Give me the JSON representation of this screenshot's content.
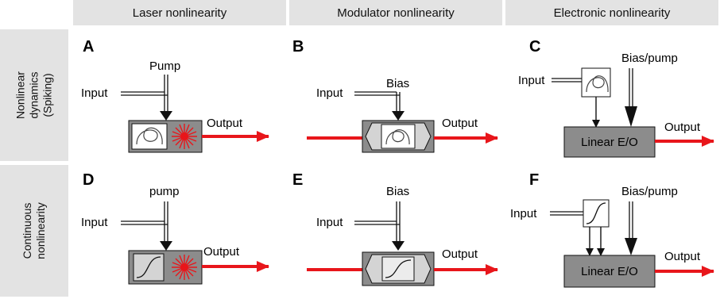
{
  "columns": [
    "Laser nonlinearity",
    "Modulator nonlinearity",
    "Electronic nonlinearity"
  ],
  "rows": [
    [
      "Nonlinear",
      "dynamics",
      "(Spiking)"
    ],
    [
      "Continuous",
      "nonlinearity"
    ]
  ],
  "panels": {
    "A": {
      "letter": "A",
      "input": "Input",
      "pump": "Pump",
      "output": "Output"
    },
    "B": {
      "letter": "B",
      "input": "Input",
      "bias": "Bias",
      "output": "Output"
    },
    "C": {
      "letter": "C",
      "input": "Input",
      "bias": "Bias/pump",
      "output": "Output",
      "box": "Linear E/O"
    },
    "D": {
      "letter": "D",
      "input": "Input",
      "pump": "pump",
      "output": "Output"
    },
    "E": {
      "letter": "E",
      "input": "Input",
      "bias": "Bias",
      "output": "Output"
    },
    "F": {
      "letter": "F",
      "input": "Input",
      "bias": "Bias/pump",
      "output": "Output",
      "box": "Linear E/O"
    }
  },
  "colors": {
    "header_bg": "#e3e3e3",
    "arrow_red": "#e8161b",
    "box_gray": "#8c8c8c",
    "inner_gray": "#d4d4d4"
  }
}
